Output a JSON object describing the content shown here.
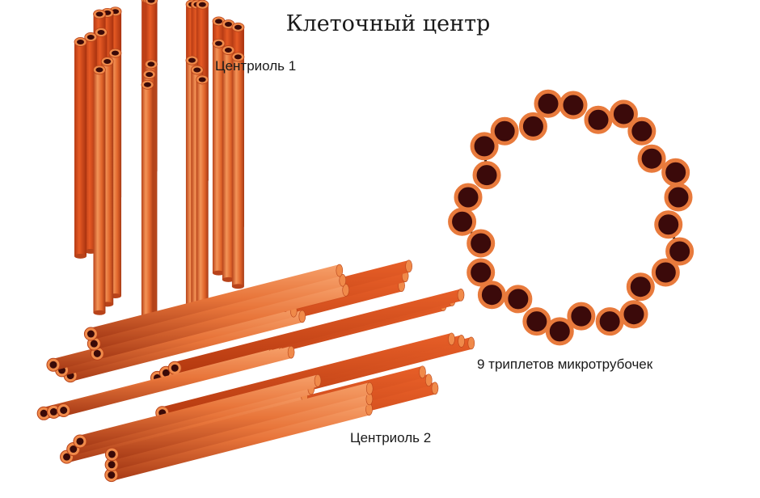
{
  "title": "Клеточный центр",
  "labels": {
    "centriole1": "Центриоль 1",
    "centriole2": "Центриоль 2",
    "triplets": "9 триплетов микротрубочек"
  },
  "colors": {
    "tube_light": "#f08a4a",
    "tube_mid": "#e0642a",
    "tube_dark": "#b8431a",
    "inner_tube": "#d84a1e",
    "lumen": "#3a0a08",
    "ring_fill": "#3b0a0a",
    "ring_border": "#e87a3c",
    "link": "#111111"
  }
}
